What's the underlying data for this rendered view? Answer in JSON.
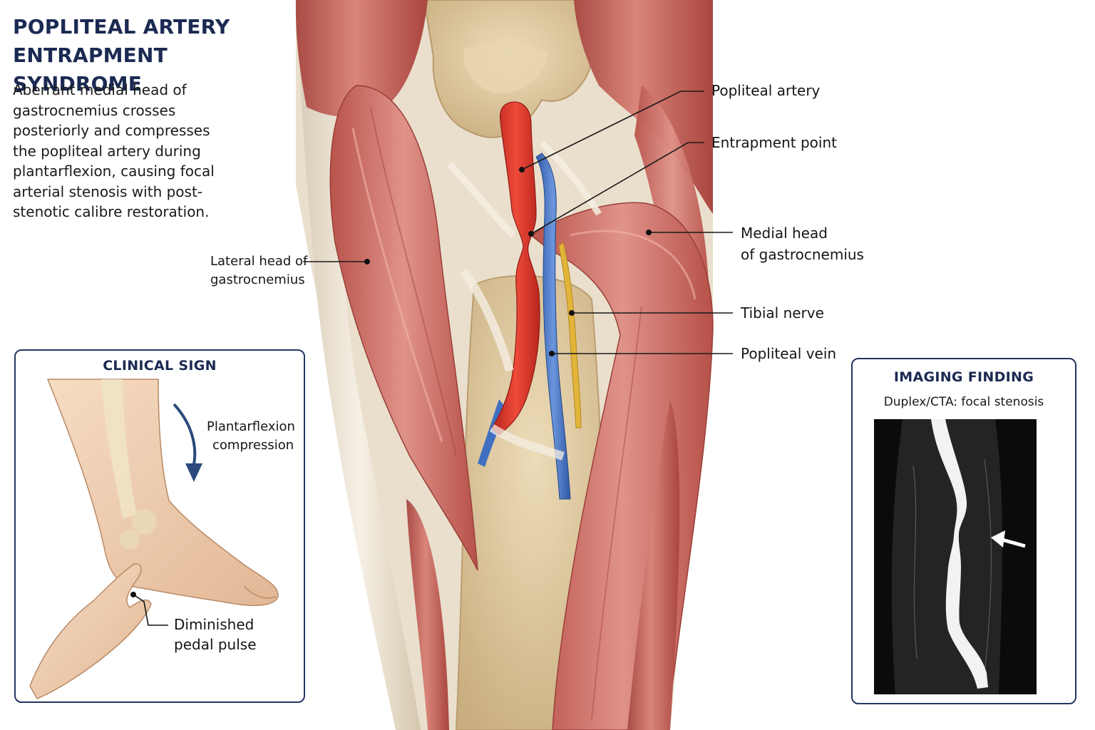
{
  "header": {
    "title_line1": "POPLITEAL ARTERY",
    "title_line2": "ENTRAPMENT SYNDROME",
    "description": "Aberrant medial head of gastrocnemius crosses posteriorly and compresses the popliteal artery during plantarflexion, causing focal arterial stenosis with post-stenotic calibre restoration."
  },
  "labels": {
    "popliteal_artery": "Popliteal artery",
    "entrapment_point": "Entrapment point",
    "medial_head_line1": "Medial head",
    "medial_head_line2": "of gastrocnemius",
    "tibial_nerve": "Tibial nerve",
    "popliteal_vein": "Popliteal vein",
    "lateral_head_line1": "Lateral head of",
    "lateral_head_line2": "gastrocnemius"
  },
  "clinical_panel": {
    "title": "CLINICAL SIGN",
    "arrow_label_line1": "Plantarflexion",
    "arrow_label_line2": "compression",
    "pulse_label_line1": "Diminished",
    "pulse_label_line2": "pedal pulse"
  },
  "imaging_panel": {
    "title": "IMAGING FINDING",
    "subtitle": "Duplex/CTA: focal stenosis"
  },
  "colors": {
    "accent_navy": "#1b2a52",
    "panel_border": "#243561",
    "artery": "#d8362a",
    "vein": "#3f6fc1",
    "nerve": "#e2b43a",
    "muscle": "#c86a60",
    "tendon": "#eee6d8",
    "bone": "#dcc7a1"
  }
}
